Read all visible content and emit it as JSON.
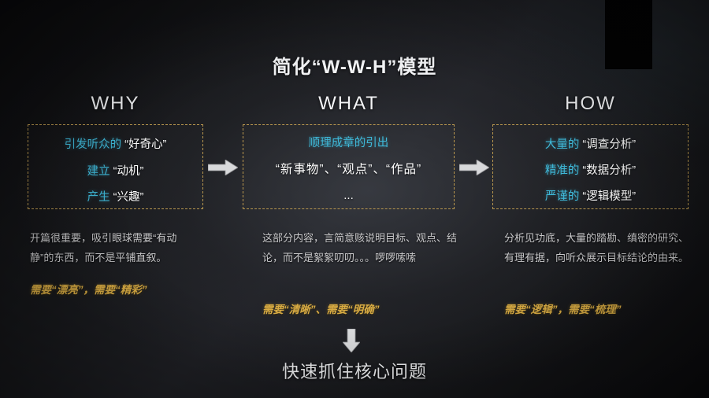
{
  "slide": {
    "title": "简化“W-W-H”模型",
    "conclusion": "快速抓住核心问题",
    "colors": {
      "accent_cyan": "#3fb9d9",
      "accent_gold": "#d8ab43",
      "border_dashed": "#b9974e",
      "text_white": "#ffffff",
      "text_body": "#c9c9cb",
      "background": "#17181b"
    }
  },
  "columns": [
    {
      "header": "WHY",
      "box_rows": [
        {
          "lead": "引发听众的",
          "quoted": "“好奇心”"
        },
        {
          "lead": "建立",
          "quoted": "“动机”"
        },
        {
          "lead": "产生",
          "quoted": "“兴趣”"
        }
      ],
      "description": "开篇很重要，吸引眼球需要“有动静”的东西，而不是平铺直叙。",
      "highlight": "需要“漂亮”，需要“精彩”"
    },
    {
      "header": "WHAT",
      "box_rows": [
        {
          "lead": "顺理成章的引出",
          "quoted": ""
        },
        {
          "lead": "",
          "quoted": "“新事物”、“观点”、“作品”"
        },
        {
          "lead": "",
          "quoted": "..."
        }
      ],
      "description": "这部分内容，言简意赅说明目标、观点、结论，而不是絮絮叨叨。。。啰啰嗦嗦",
      "highlight": "需要“清晰”、需要“明确”"
    },
    {
      "header": "HOW",
      "box_rows": [
        {
          "lead": "大量的",
          "quoted": "“调查分析”"
        },
        {
          "lead": "精准的",
          "quoted": "“数据分析”"
        },
        {
          "lead": "严谨的",
          "quoted": "“逻辑模型”"
        }
      ],
      "description": "分析见功底，大量的踏勘、缜密的研究、有理有据，向听众展示目标结论的由来。",
      "highlight": "需要“逻辑”，需要“梳理”"
    }
  ],
  "icons": {
    "arrow_right_1": "arrow-right-icon",
    "arrow_right_2": "arrow-right-icon",
    "arrow_down": "arrow-down-icon"
  }
}
